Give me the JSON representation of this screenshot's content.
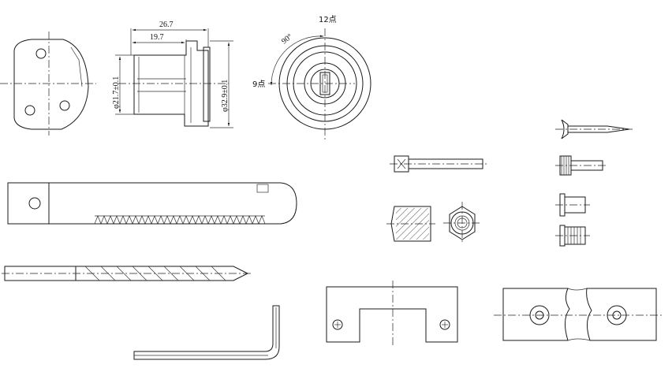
{
  "dimensions": {
    "overall_length": "26.7",
    "body_length": "19.7",
    "inner_diameter": "φ21.7±0.1",
    "outer_diameter": "φ32.9±0.1"
  },
  "rotation": {
    "angle": "90°",
    "top_position": "12点",
    "left_position": "9点"
  }
}
